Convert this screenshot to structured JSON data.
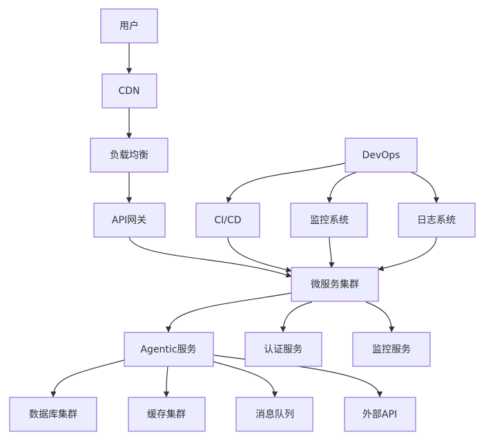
{
  "nodes": {
    "user": "用户",
    "cdn": "CDN",
    "load_balancer": "负载均衡",
    "api_gateway": "API网关",
    "devops": "DevOps",
    "ci_cd": "CI/CD",
    "monitoring_system": "监控系统",
    "logging_system": "日志系统",
    "microservice_cluster": "微服务集群",
    "agentic_service": "Agentic服务",
    "auth_service": "认证服务",
    "monitoring_service": "监控服务",
    "database_cluster": "数据库集群",
    "cache_cluster": "缓存集群",
    "message_queue": "消息队列",
    "external_api": "外部API"
  },
  "edges": [
    [
      "user",
      "cdn"
    ],
    [
      "cdn",
      "load_balancer"
    ],
    [
      "load_balancer",
      "api_gateway"
    ],
    [
      "devops",
      "ci_cd"
    ],
    [
      "devops",
      "monitoring_system"
    ],
    [
      "devops",
      "logging_system"
    ],
    [
      "api_gateway",
      "microservice_cluster"
    ],
    [
      "ci_cd",
      "microservice_cluster"
    ],
    [
      "monitoring_system",
      "microservice_cluster"
    ],
    [
      "logging_system",
      "microservice_cluster"
    ],
    [
      "microservice_cluster",
      "agentic_service"
    ],
    [
      "microservice_cluster",
      "auth_service"
    ],
    [
      "microservice_cluster",
      "monitoring_service"
    ],
    [
      "agentic_service",
      "database_cluster"
    ],
    [
      "agentic_service",
      "cache_cluster"
    ],
    [
      "agentic_service",
      "message_queue"
    ],
    [
      "agentic_service",
      "external_api"
    ]
  ],
  "colors": {
    "node_fill": "#ececff",
    "node_border": "#9370db",
    "edge": "#333333",
    "text": "#333333"
  }
}
